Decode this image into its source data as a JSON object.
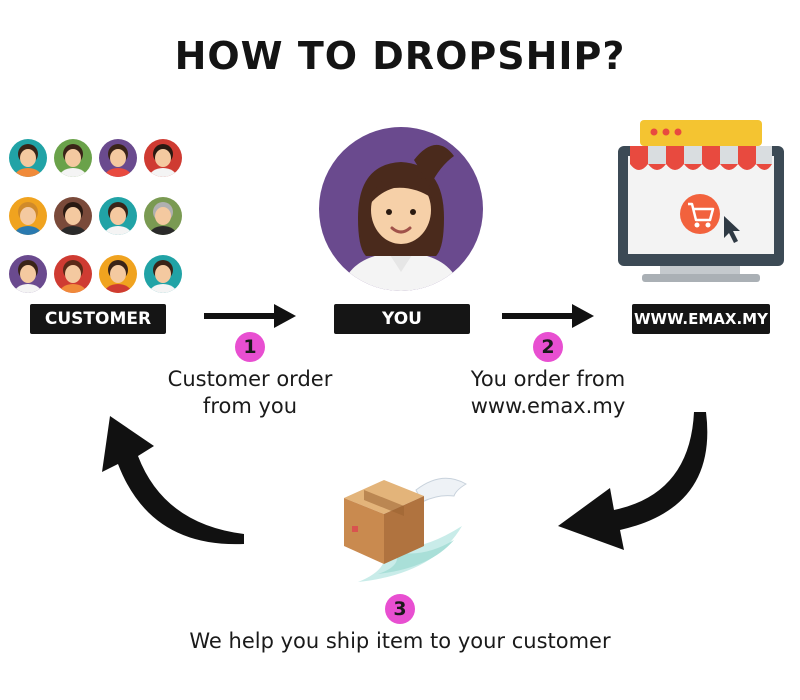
{
  "title": "HOW TO DROPSHIP?",
  "nodes": {
    "customer": {
      "label": "CUSTOMER"
    },
    "you": {
      "label": "YOU"
    },
    "website": {
      "label": "WWW.EMAX.MY"
    }
  },
  "steps": [
    {
      "number": "1",
      "text_line1": "Customer order",
      "text_line2": "from you"
    },
    {
      "number": "2",
      "text_line1": "You order from",
      "text_line2": "www.emax.my"
    },
    {
      "number": "3",
      "text": "We help you ship item to your customer"
    }
  ],
  "colors": {
    "step_circle": "#e84fd1",
    "label_bg": "#151515",
    "avatar_bg": "#6a4a8e",
    "awning_red": "#e84a3f",
    "cart": "#f2623d"
  },
  "icons": [
    "customer-avatars-icon",
    "user-avatar-icon",
    "online-store-icon",
    "flying-box-icon",
    "arrow-right-icon",
    "curved-arrow-icon"
  ]
}
